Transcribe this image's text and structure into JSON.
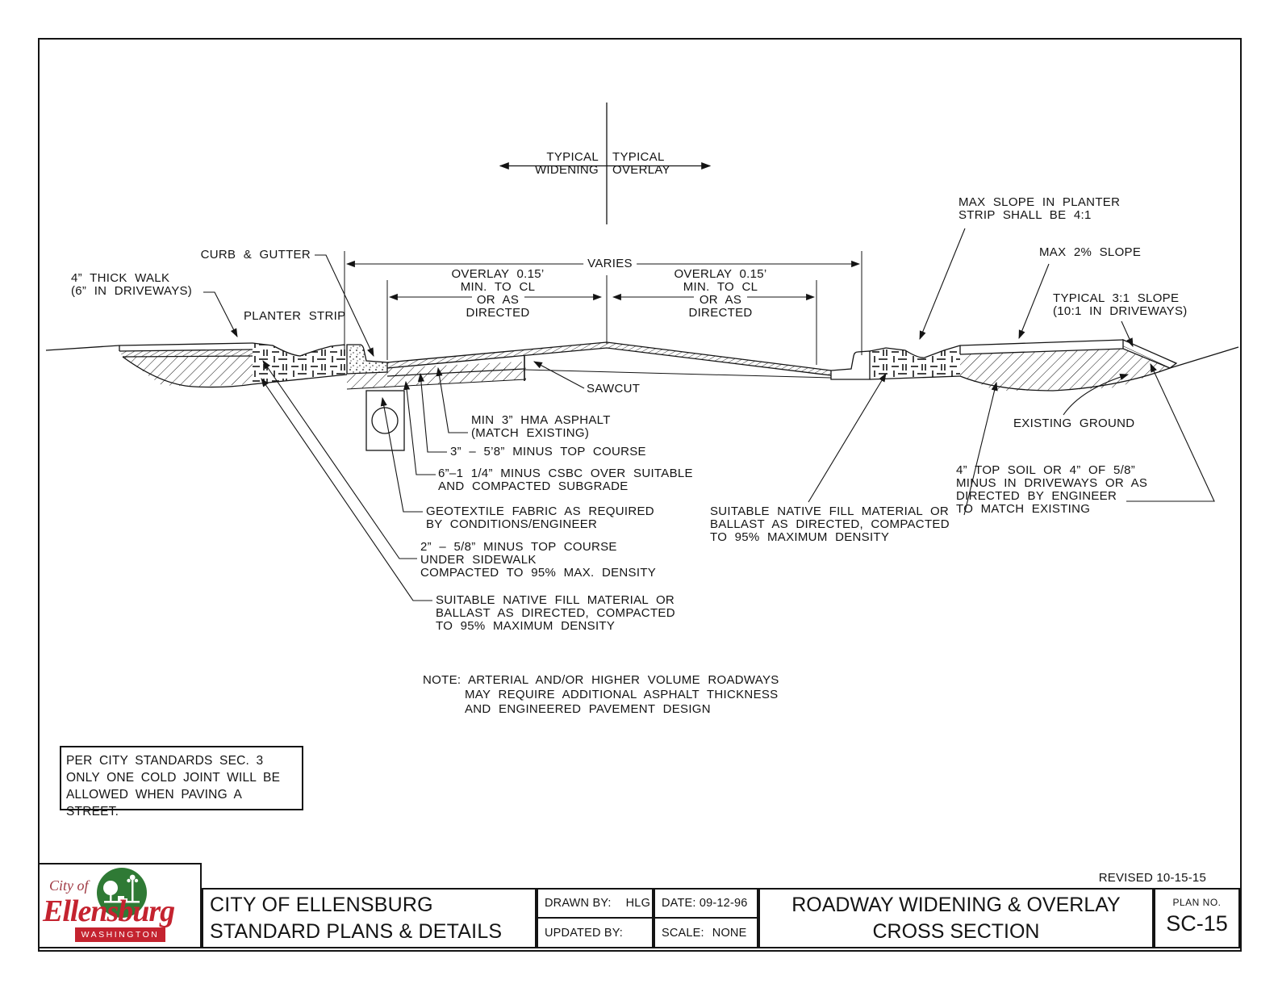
{
  "sheet": {
    "revised": "REVISED 10-15-15"
  },
  "centerline": {
    "widening": [
      "TYPICAL",
      "WIDENING"
    ],
    "overlay": [
      "TYPICAL",
      "OVERLAY"
    ]
  },
  "dimensions": {
    "varies": "VARIES",
    "overlay_left": [
      "OVERLAY 0.15’",
      "MIN. TO CL",
      "OR AS",
      "DIRECTED"
    ],
    "overlay_right": [
      "OVERLAY 0.15’",
      "MIN. TO CL",
      "OR AS",
      "DIRECTED"
    ]
  },
  "callouts": {
    "thick_walk": [
      "4” THICK WALK",
      "(6” IN DRIVEWAYS)"
    ],
    "curb_gutter": "CURB & GUTTER",
    "planter_strip": "PLANTER STRIP",
    "max_slope_planter": [
      "MAX SLOPE IN PLANTER",
      "STRIP SHALL BE 4:1"
    ],
    "max_2_slope": "MAX 2% SLOPE",
    "typical_slope": [
      "TYPICAL 3:1 SLOPE",
      "(10:1 IN DRIVEWAYS)"
    ],
    "sawcut": "SAWCUT",
    "existing_ground": "EXISTING GROUND",
    "hma": [
      "MIN 3” HMA ASPHALT",
      "(MATCH EXISTING)"
    ],
    "top_course_3": "3” – 5’8” MINUS TOP COURSE",
    "csbc": [
      "6”–1 1/4” MINUS CSBC OVER SUITABLE",
      "AND COMPACTED SUBGRADE"
    ],
    "geotextile": [
      "GEOTEXTILE FABRIC AS REQUIRED",
      "BY CONDITIONS/ENGINEER"
    ],
    "top_course_2": [
      "2” – 5/8” MINUS TOP COURSE",
      "UNDER SIDEWALK",
      "COMPACTED TO 95% MAX. DENSITY"
    ],
    "native_fill_left": [
      "SUITABLE NATIVE FILL MATERIAL OR",
      "BALLAST AS DIRECTED, COMPACTED",
      "TO 95% MAXIMUM DENSITY"
    ],
    "native_fill_right": [
      "SUITABLE NATIVE FILL MATERIAL OR",
      "BALLAST AS DIRECTED, COMPACTED",
      "TO 95% MAXIMUM DENSITY"
    ],
    "top_soil": [
      "4” TOP SOIL OR 4” OF 5/8”",
      "MINUS IN DRIVEWAYS OR AS",
      "DIRECTED BY ENGINEER",
      "TO MATCH EXISTING"
    ]
  },
  "note": [
    "NOTE: ARTERIAL AND/OR HIGHER VOLUME ROADWAYS",
    "MAY REQUIRE ADDITIONAL ASPHALT THICKNESS",
    "AND ENGINEERED PAVEMENT DESIGN"
  ],
  "standards_note": [
    "PER CITY STANDARDS SEC. 3",
    "ONLY ONE COLD JOINT WILL BE",
    "ALLOWED WHEN PAVING A STREET."
  ],
  "title_block": {
    "org_line1": "CITY OF ELLENSBURG",
    "org_line2": "STANDARD PLANS & DETAILS",
    "drawn_by_label": "DRAWN BY:",
    "drawn_by": "HLG",
    "date_label": "DATE:",
    "date": "09-12-96",
    "updated_by_label": "UPDATED BY:",
    "updated_by": "",
    "scale_label": "SCALE:",
    "scale": "NONE",
    "sheet_title_line1": "ROADWAY WIDENING & OVERLAY",
    "sheet_title_line2": "CROSS SECTION",
    "plan_no_label": "PLAN NO.",
    "plan_no": "SC-15"
  },
  "logo": {
    "city_of": "City of",
    "name": "Ellensburg",
    "state": "WASHINGTON"
  },
  "colors": {
    "logo_red": "#C4232F",
    "logo_dark_red": "#A03A44",
    "logo_green": "#2F7A35",
    "line": "#141414"
  }
}
